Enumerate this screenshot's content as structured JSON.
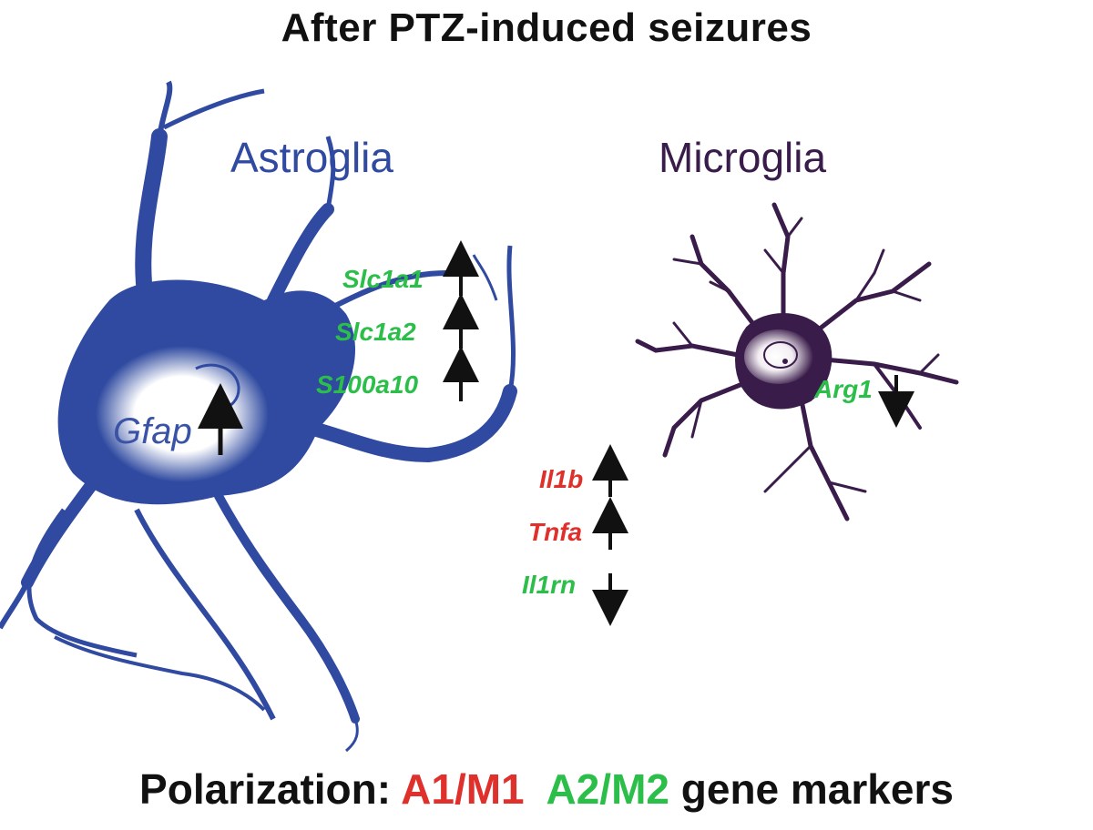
{
  "title": "After PTZ-induced seizures",
  "astroglia": {
    "label": "Astroglia",
    "soma_gene": "Gfap",
    "genes": [
      "Slc1a1",
      "Slc1a2",
      "S100a10"
    ]
  },
  "microglia": {
    "label": "Microglia",
    "gene": "Arg1"
  },
  "shared_genes": [
    "Il1b",
    "Tnfa",
    "Il1rn"
  ],
  "footer": {
    "prefix": "Polarization:",
    "a1": "A1/M1",
    "a2": "A2/M2",
    "suffix": "gene markers"
  },
  "colors": {
    "astro": "#2f4aa0",
    "micro": "#3a1c4a",
    "a1_red": "#e0302c",
    "a2_green": "#2bbf4a"
  }
}
